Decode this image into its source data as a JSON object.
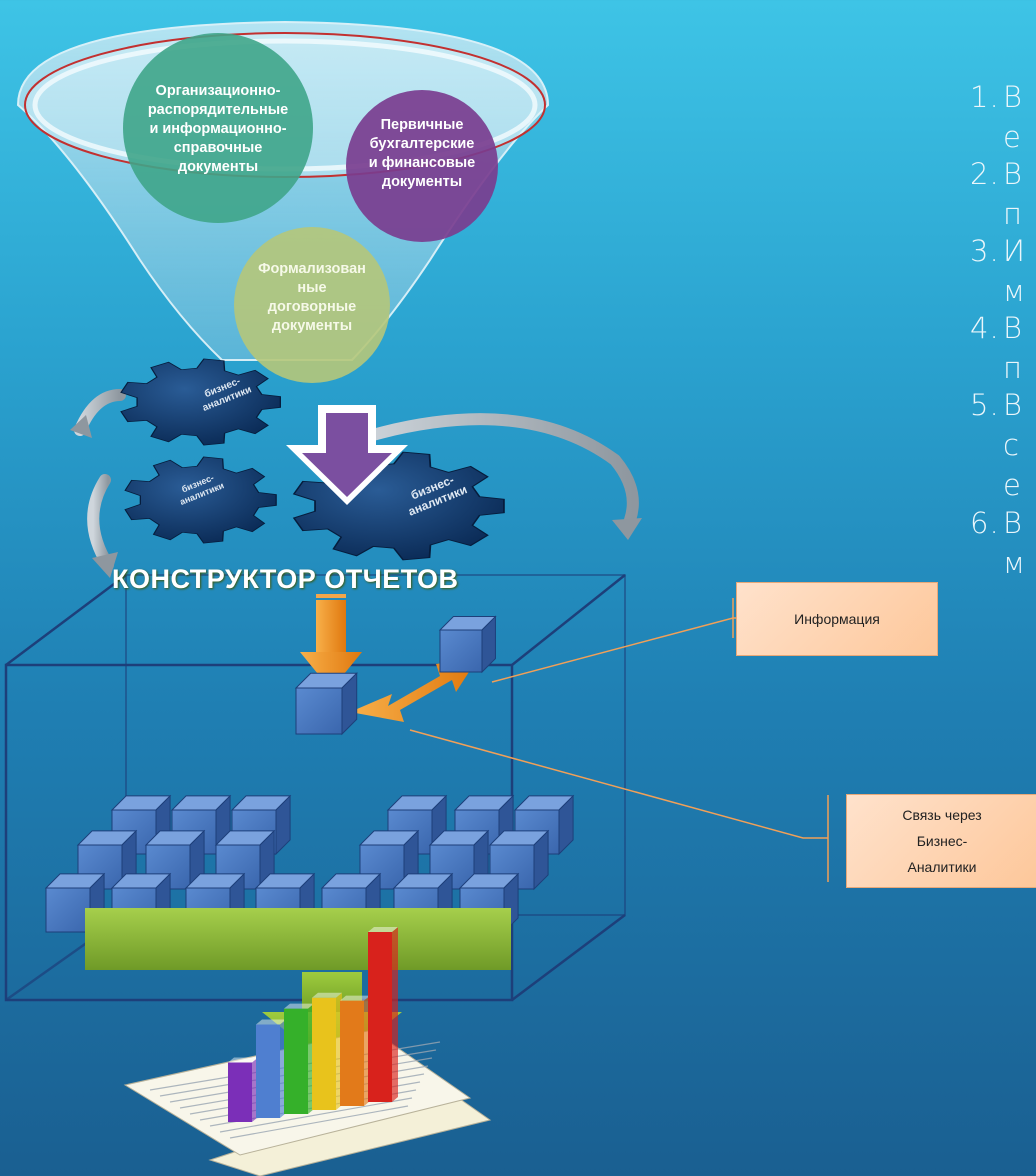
{
  "funnel": {
    "circles": [
      {
        "label": "Организационно-распорядительные и информационно-справочные документы",
        "lines": [
          "Организационно-",
          "распорядительные",
          "и информационно-",
          "справочные",
          "документы"
        ],
        "color": "#3fa58a"
      },
      {
        "label": "Первичные бухгалтерские и финансовые документы",
        "lines": [
          "Первичные",
          "бухгалтерские",
          "и финансовые",
          "документы"
        ],
        "color": "#7a3d8f"
      },
      {
        "label": "Формализованные договорные документы",
        "lines": [
          "Формализован",
          "ные",
          "договорные",
          "документы"
        ],
        "color": "#b5c77a"
      }
    ]
  },
  "gears": [
    {
      "label": [
        "бизнес-",
        "аналитики"
      ]
    },
    {
      "label": [
        "бизнес-",
        "аналитики"
      ]
    },
    {
      "label": [
        "бизнес-",
        "аналитики"
      ]
    }
  ],
  "banner": {
    "text": "КОНСТРУКТОР ОТЧЕТОВ"
  },
  "callouts": {
    "information": "Информация",
    "link": [
      "Связь через",
      "Бизнес-",
      "Аналитики"
    ]
  },
  "numbered_list": [
    {
      "num": "1.",
      "line1": "В",
      "line2": "е"
    },
    {
      "num": "2.",
      "line1": "В",
      "line2": "п"
    },
    {
      "num": "3.",
      "line1": "И",
      "line2": "м"
    },
    {
      "num": "4.",
      "line1": "В",
      "line2": "п"
    },
    {
      "num": "5.",
      "line1": "В",
      "line2": "с",
      "line3": "е"
    },
    {
      "num": "6.",
      "line1": "В",
      "line2": "м"
    }
  ],
  "colors": {
    "background_top": "#3ec4e6",
    "background_bottom": "#1a5f91",
    "gear": "#0d3566",
    "cube": "#4a78bf",
    "arrow_orange": "#f08a1c",
    "arrow_purple": "#7b4fa0",
    "banner_green": "#8cb838"
  },
  "chart_bars": [
    {
      "color": "#7b2fb8",
      "level": 0.35
    },
    {
      "color": "#4f7fd0",
      "level": 0.55
    },
    {
      "color": "#35b02a",
      "level": 0.62
    },
    {
      "color": "#e8c31c",
      "level": 0.66
    },
    {
      "color": "#e27a1a",
      "level": 0.62
    },
    {
      "color": "#d8221c",
      "level": 1.0
    }
  ]
}
